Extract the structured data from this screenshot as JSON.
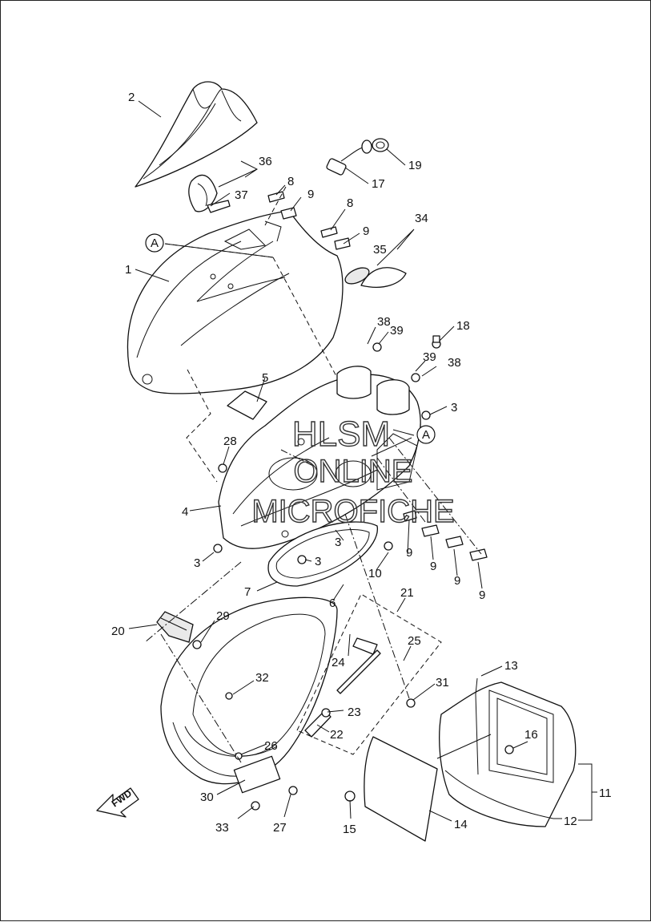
{
  "watermark": {
    "line1": "HLSM",
    "line2": "ONLINE",
    "line3": "MICROFICHE"
  },
  "fwd_label": "FWD",
  "reference_mark": "A",
  "callouts": {
    "p1": "1",
    "p2": "2",
    "p3a": "3",
    "p3b": "3",
    "p3c": "3",
    "p3d": "3",
    "p4": "4",
    "p5": "5",
    "p6": "6",
    "p7": "7",
    "p8a": "8",
    "p8b": "8",
    "p9a": "9",
    "p9b": "9",
    "p9c": "9",
    "p9d": "9",
    "p9e": "9",
    "p9f": "9",
    "p10": "10",
    "p11": "11",
    "p12": "12",
    "p13": "13",
    "p14": "14",
    "p15": "15",
    "p16": "16",
    "p17": "17",
    "p18": "18",
    "p19": "19",
    "p20": "20",
    "p21": "21",
    "p22": "22",
    "p23": "23",
    "p24": "24",
    "p25": "25",
    "p26": "26",
    "p27": "27",
    "p28": "28",
    "p29": "29",
    "p30": "30",
    "p31": "31",
    "p32": "32",
    "p33": "33",
    "p34": "34",
    "p35": "35",
    "p36": "36",
    "p37": "37",
    "p38a": "38",
    "p38b": "38",
    "p39a": "39",
    "p39b": "39"
  }
}
